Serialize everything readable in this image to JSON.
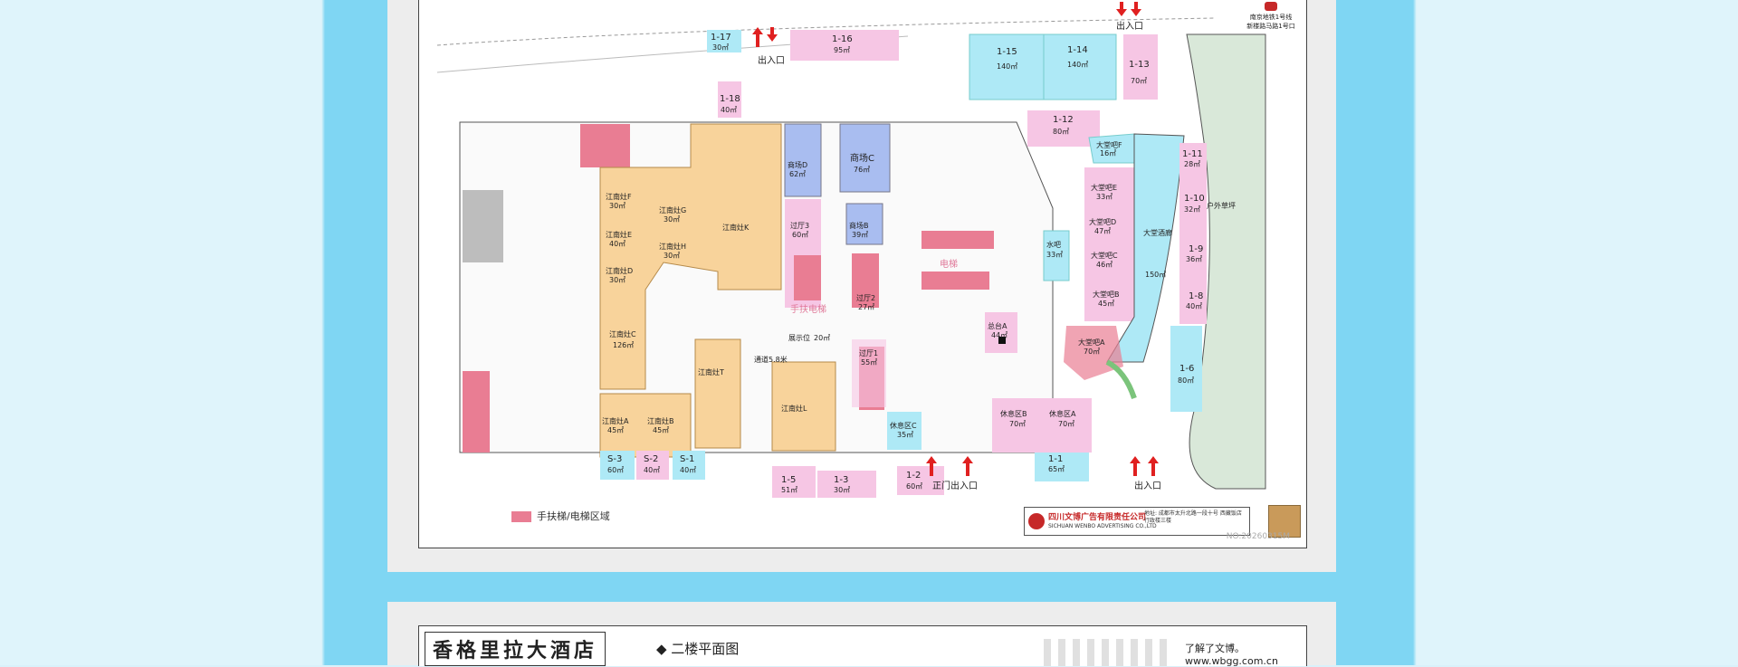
{
  "floor1": {
    "metro_label": "南京地铁1号线",
    "metro_exit": "新楼路马路1号口",
    "entrance_labels": {
      "top_left": "出入口",
      "top_right": "出入口",
      "main": "正门出入口",
      "bottom_right": "出入口"
    },
    "units": [
      {
        "id": "1-17",
        "area": "30㎡"
      },
      {
        "id": "1-16",
        "area": "95㎡"
      },
      {
        "id": "1-15",
        "area": "140㎡"
      },
      {
        "id": "1-14",
        "area": "140㎡"
      },
      {
        "id": "1-13",
        "area": "70㎡"
      },
      {
        "id": "1-18",
        "area": "40㎡"
      },
      {
        "id": "1-12",
        "area": "80㎡"
      },
      {
        "id": "1-11",
        "area": "28㎡"
      },
      {
        "id": "1-10",
        "area": "32㎡"
      },
      {
        "id": "1-9",
        "area": "36㎡"
      },
      {
        "id": "1-8",
        "area": "40㎡"
      },
      {
        "id": "1-6",
        "area": "80㎡"
      },
      {
        "id": "1-1",
        "area": "65㎡"
      },
      {
        "id": "1-2",
        "area": "60㎡"
      },
      {
        "id": "1-3",
        "area": "30㎡"
      },
      {
        "id": "1-5",
        "area": "51㎡"
      },
      {
        "id": "S-1",
        "area": "40㎡"
      },
      {
        "id": "S-2",
        "area": "40㎡"
      },
      {
        "id": "S-3",
        "area": "60㎡"
      }
    ],
    "named_areas": {
      "shop_d": "商场D",
      "shop_d_area": "62㎡",
      "shop_c": "商场C",
      "shop_c_area": "76㎡",
      "shop_b": "商场B",
      "shop_b_area": "39㎡",
      "hall3": "过厅3",
      "hall3_area": "60㎡",
      "hall2": "过厅2",
      "hall2_area": "27㎡",
      "hall1": "过厅1",
      "hall1_area": "55㎡",
      "escalator": "手扶电梯",
      "elevator": "电梯",
      "waterbar": "水吧",
      "waterbar_area": "33㎡",
      "desk_a": "总台A",
      "desk_a_area": "44㎡",
      "lobby_bar_f": "大堂吧F",
      "lobby_bar_f_area": "16㎡",
      "lobby_bar_e": "大堂吧E",
      "lobby_bar_e_area": "33㎡",
      "lobby_bar_d": "大堂吧D",
      "lobby_bar_d_area": "47㎡",
      "lobby_bar_c": "大堂吧C",
      "lobby_bar_c_area": "46㎡",
      "lobby_bar_b": "大堂吧B",
      "lobby_bar_b_area": "45㎡",
      "lobby_bar_a": "大堂吧A",
      "lobby_bar_a_area": "70㎡",
      "lobby_corridor": "大堂酒廊",
      "lobby_corridor_area": "150㎡",
      "outdoor": "户外草坪",
      "rest_b": "休息区B",
      "rest_b_area": "70㎡",
      "rest_a": "休息区A",
      "rest_a_area": "70㎡",
      "rest_c": "休息区C",
      "rest_c_area": "35㎡",
      "display": "展示位",
      "display_area": "20㎡",
      "corridor": "通道5.8米",
      "jn_k": "江南灶K",
      "jn_g": "江南灶G",
      "jn_g_area": "30㎡",
      "jn_h": "江南灶H",
      "jn_h_area": "30㎡",
      "jn_f": "江南灶F",
      "jn_f_area": "30㎡",
      "jn_e": "江南灶E",
      "jn_e_area": "40㎡",
      "jn_d": "江南灶D",
      "jn_d_area": "30㎡",
      "jn_c": "江南灶C",
      "jn_c_area": "126㎡",
      "jn_t": "江南灶T",
      "jn_a": "江南灶A",
      "jn_a_area": "45㎡",
      "jn_b": "江南灶B",
      "jn_b_area": "45㎡",
      "jn_l": "江南灶L"
    },
    "legend": "手扶梯/电梯区域",
    "company_cn": "四川文博广告有限责任公司",
    "company_en": "SICHUAN WENBO ADVERTISING CO.,LTD",
    "company_addr": "地址: 成都市太升北路一段十号 西藏饭店行政楼三楼",
    "doc_no": "NO:20260315M"
  },
  "floor2": {
    "hotel_name": "香格里拉大酒店",
    "title": "◆  二楼平面图",
    "site_text": "了解了文博。",
    "site_url": "www.wbgg.com.cn"
  },
  "colors": {
    "page_bg": "#dff4fb",
    "band": "#7fd6f3",
    "pink": "#f6c6e4",
    "cyan": "#aee9f6",
    "orange": "#f8d39b",
    "blue": "#a9bdf0",
    "red": "#e97d93",
    "grey": "#bdbdbd",
    "green": "#d9e8d9"
  }
}
